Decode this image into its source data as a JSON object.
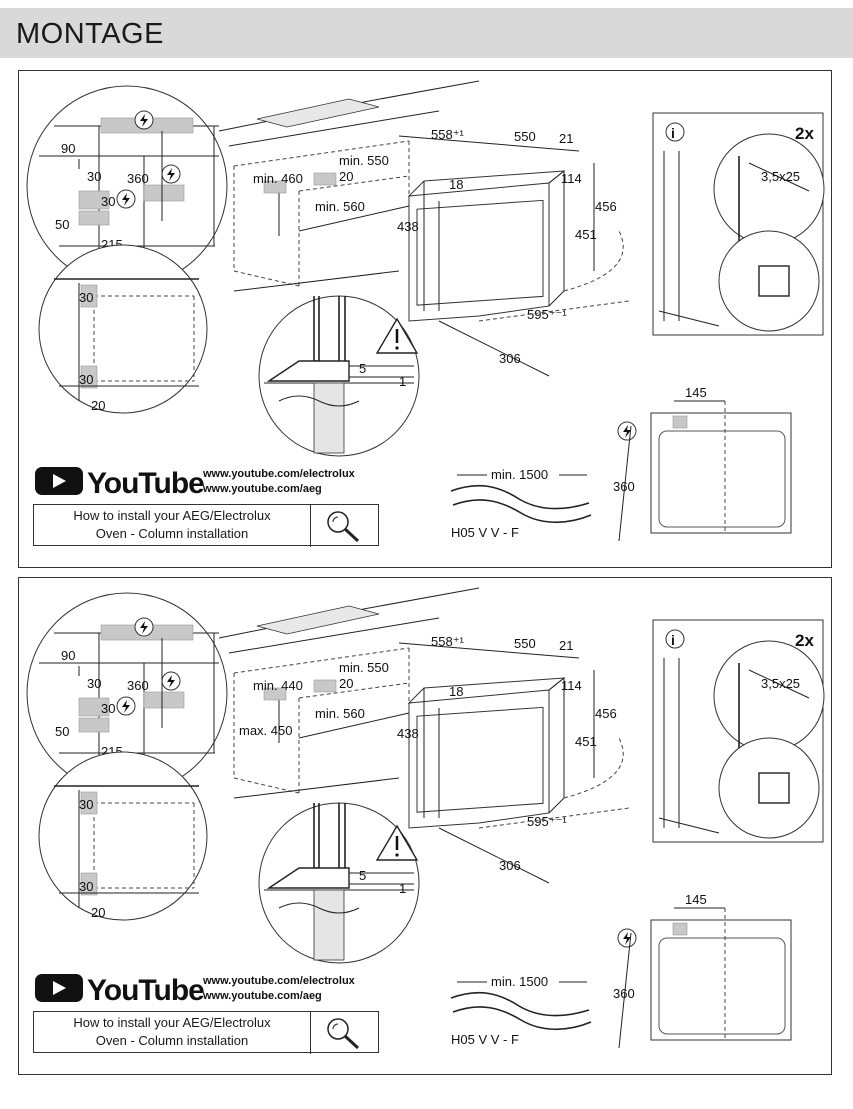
{
  "page_title": "MONTAGE",
  "icons": {
    "electric": "lightning-circle-icon",
    "warning": "warning-triangle-icon",
    "info": "info-circle-icon",
    "magnifier": "magnifier-icon",
    "play": "youtube-play-icon"
  },
  "panels": [
    {
      "id": "top",
      "mount_label": "min. 460",
      "max_label": "",
      "dims": {
        "d90": "90",
        "d30a": "30",
        "d360": "360",
        "d30b": "30",
        "d50": "50",
        "d215": "215",
        "min550": "min. 550",
        "d20": "20",
        "min560": "min. 560",
        "d558": "558⁺¹",
        "d550": "550",
        "d21": "21",
        "d18": "18",
        "d114": "114",
        "d438": "438",
        "d456": "456",
        "d451": "451",
        "d595": "595⁺⁻¹",
        "d306": "306",
        "d5": "5",
        "d1": "1",
        "side30a": "30",
        "side30b": "30",
        "side20": "20",
        "d145": "145",
        "d360b": "360",
        "cable_len": "min. 1500",
        "cable_type": "H05 V V - F",
        "screw": "3,5x25",
        "qty": "2x"
      },
      "youtube": {
        "logo_text": "YouTube",
        "url1": "www.youtube.com/electrolux",
        "url2": "www.youtube.com/aeg",
        "howto_line1": "How to install your AEG/Electrolux",
        "howto_line2": "Oven - Column installation"
      }
    },
    {
      "id": "bottom",
      "mount_label": "min. 440",
      "max_label": "max. 450",
      "dims": {
        "d90": "90",
        "d30a": "30",
        "d360": "360",
        "d30b": "30",
        "d50": "50",
        "d215": "215",
        "min550": "min. 550",
        "d20": "20",
        "min560": "min. 560",
        "d558": "558⁺¹",
        "d550": "550",
        "d21": "21",
        "d18": "18",
        "d114": "114",
        "d438": "438",
        "d456": "456",
        "d451": "451",
        "d595": "595⁺⁻¹",
        "d306": "306",
        "d5": "5",
        "d1": "1",
        "side30a": "30",
        "side30b": "30",
        "side20": "20",
        "d145": "145",
        "d360b": "360",
        "cable_len": "min. 1500",
        "cable_type": "H05 V V - F",
        "screw": "3,5x25",
        "qty": "2x"
      },
      "youtube": {
        "logo_text": "YouTube",
        "url1": "www.youtube.com/electrolux",
        "url2": "www.youtube.com/aeg",
        "howto_line1": "How to install your AEG/Electrolux",
        "howto_line2": "Oven - Column installation"
      }
    }
  ]
}
